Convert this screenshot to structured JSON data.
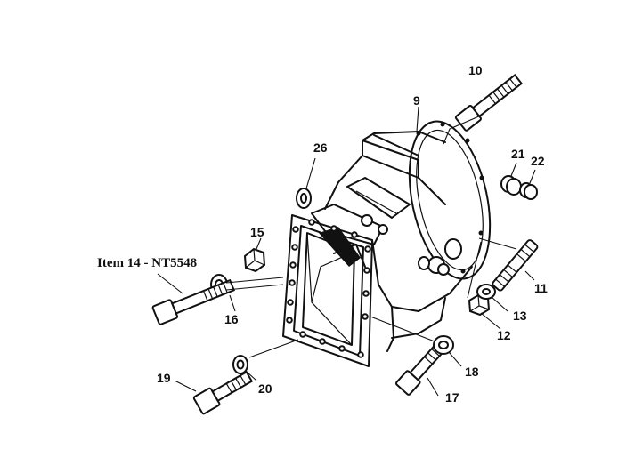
{
  "callouts": {
    "c9": "9",
    "c10": "10",
    "c11": "11",
    "c12": "12",
    "c13": "13",
    "c15": "15",
    "c16": "16",
    "c17": "17",
    "c18": "18",
    "c19": "19",
    "c20": "20",
    "c21": "21",
    "c22": "22",
    "c26": "26"
  },
  "item_label": "Item 14 - NT5548",
  "colors": {
    "ink": "#111111",
    "background": "#ffffff"
  }
}
